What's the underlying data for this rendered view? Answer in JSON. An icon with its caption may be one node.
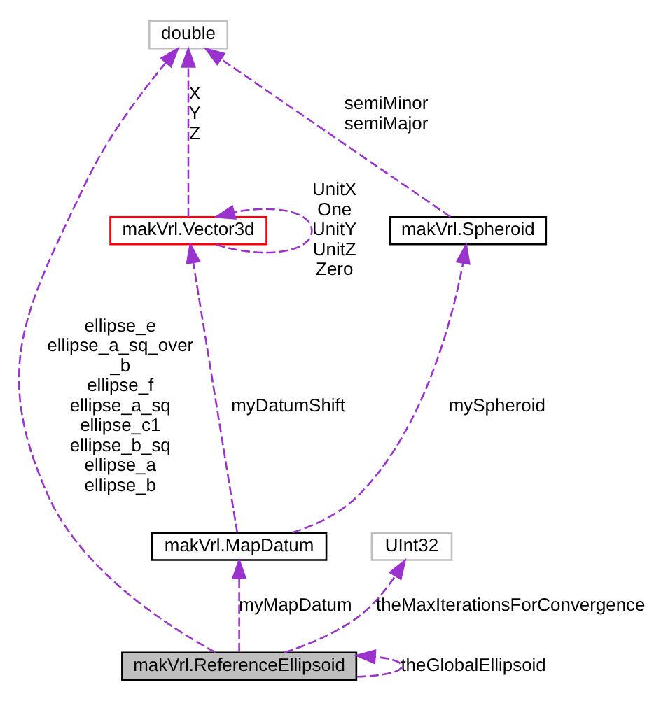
{
  "diagram": {
    "nodes": [
      {
        "text": [
          "double"
        ]
      },
      {
        "text": [
          "makVrl.Vector3d"
        ]
      },
      {
        "text": [
          "makVrl.Spheroid"
        ]
      },
      {
        "text": [
          "makVrl.MapDatum"
        ]
      },
      {
        "text": [
          "UInt32"
        ]
      },
      {
        "text": [
          "makVrl.ReferenceEllipsoid"
        ]
      }
    ],
    "edges": [
      {
        "from": 5,
        "to": 0,
        "arrow": "to",
        "style": "dashed",
        "label": "ellipse_e ellipse_a_sq_over _b ellipse_f ellipse_a_sq ellipse_c1 ellipse_b_sq ellipse_a ellipse_b"
      },
      {
        "from": 1,
        "to": 0,
        "arrow": "to",
        "style": "dashed",
        "label": "X Y Z"
      },
      {
        "from": 1,
        "to": 1,
        "arrow": "to",
        "style": "dashed",
        "label": "UnitX One UnitY UnitZ Zero"
      },
      {
        "from": 2,
        "to": 0,
        "arrow": "to",
        "style": "dashed",
        "label": "semiMinor semiMajor"
      },
      {
        "from": 3,
        "to": 1,
        "arrow": "to",
        "style": "dashed",
        "label": "myDatumShift"
      },
      {
        "from": 3,
        "to": 2,
        "arrow": "to",
        "style": "dashed",
        "label": "mySpheroid"
      },
      {
        "from": 5,
        "to": 3,
        "arrow": "to",
        "style": "dashed",
        "label": "myMapDatum"
      },
      {
        "from": 5,
        "to": 4,
        "arrow": "to",
        "style": "dashed",
        "label": "theMaxIterationsForConvergence"
      },
      {
        "from": 5,
        "to": 5,
        "arrow": "to",
        "style": "dashed",
        "label": "theGlobalEllipsoid"
      }
    ]
  }
}
